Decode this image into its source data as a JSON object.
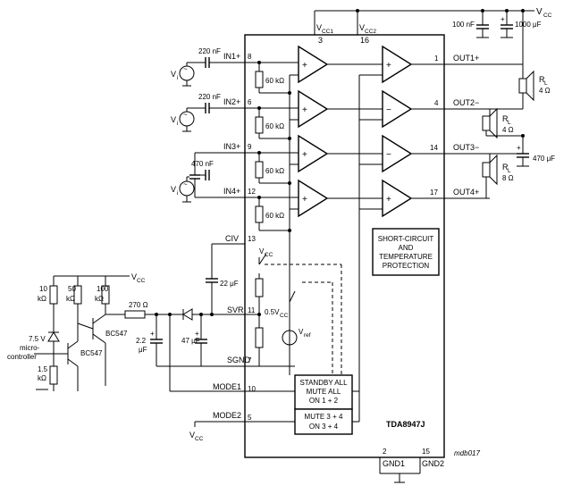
{
  "chip": {
    "name": "TDA8947J",
    "pins": {
      "in1p": "IN1+",
      "in2p": "IN2+",
      "in3p": "IN3+",
      "in4p": "IN4+",
      "civ": "CIV",
      "svr": "SVR",
      "sgnd": "SGND",
      "mode1": "MODE1",
      "mode2": "MODE2",
      "out1p": "OUT1+",
      "out2m": "OUT2−",
      "out3m": "OUT3−",
      "out4p": "OUT4+",
      "gnd1": "GND1",
      "gnd2": "GND2"
    },
    "pin_numbers": {
      "in1p": "8",
      "in2p": "6",
      "in3p": "9",
      "in4p": "12",
      "civ": "13",
      "svr": "11",
      "sgnd": "7",
      "mode1": "10",
      "mode2": "5",
      "vcc1": "3",
      "vcc2": "16",
      "out1p": "1",
      "out2m": "4",
      "out3m": "14",
      "out4p": "17",
      "gnd1": "2",
      "gnd2": "15"
    },
    "internal_resistors": [
      "60 kΩ",
      "60 kΩ",
      "60 kΩ",
      "60 kΩ"
    ],
    "protection_block": [
      "SHORT-CIRCUIT",
      "AND",
      "TEMPERATURE",
      "PROTECTION"
    ],
    "mode_block_1": [
      "STANDBY ALL",
      "MUTE ALL",
      "ON 1 + 2"
    ],
    "mode_block_2": [
      "MUTE 3 + 4",
      "ON 3 + 4"
    ],
    "half_vcc": "0.5V",
    "half_vcc_sub": "CC",
    "vref": "V",
    "vref_sub": "ref"
  },
  "supply": {
    "vcc": "V",
    "vcc_sub": "CC",
    "vcc1": "V",
    "vcc1_sub": "CC1",
    "vcc2": "V",
    "vcc2_sub": "CC2",
    "cap_100n": "100 nF",
    "cap_1000u": "1000 μF",
    "cap_470u": "470 μF"
  },
  "inputs": {
    "c1": "220 nF",
    "c2": "220 nF",
    "c3": "470 nF",
    "vi": "V",
    "vi_sub": "i"
  },
  "loads": {
    "rl": "R",
    "rl_sub": "L",
    "rl1": "4 Ω",
    "rl2": "4 Ω",
    "rl3": "8 Ω"
  },
  "control": {
    "cap_22u": "22 μF",
    "cap_47u": "47 μF",
    "cap_2u2": "2.2",
    "cap_2u2_unit": "μF",
    "r_10k": "10",
    "r_50k": "50",
    "r_100k": "100",
    "kohm": "kΩ",
    "r_1k5": "1.5",
    "r_270": "270 Ω",
    "zener": "7.5 V",
    "q1": "BC547",
    "q2": "BC547",
    "micro_1": "micro-",
    "micro_2": "controller"
  },
  "figure_code": "mdb017"
}
